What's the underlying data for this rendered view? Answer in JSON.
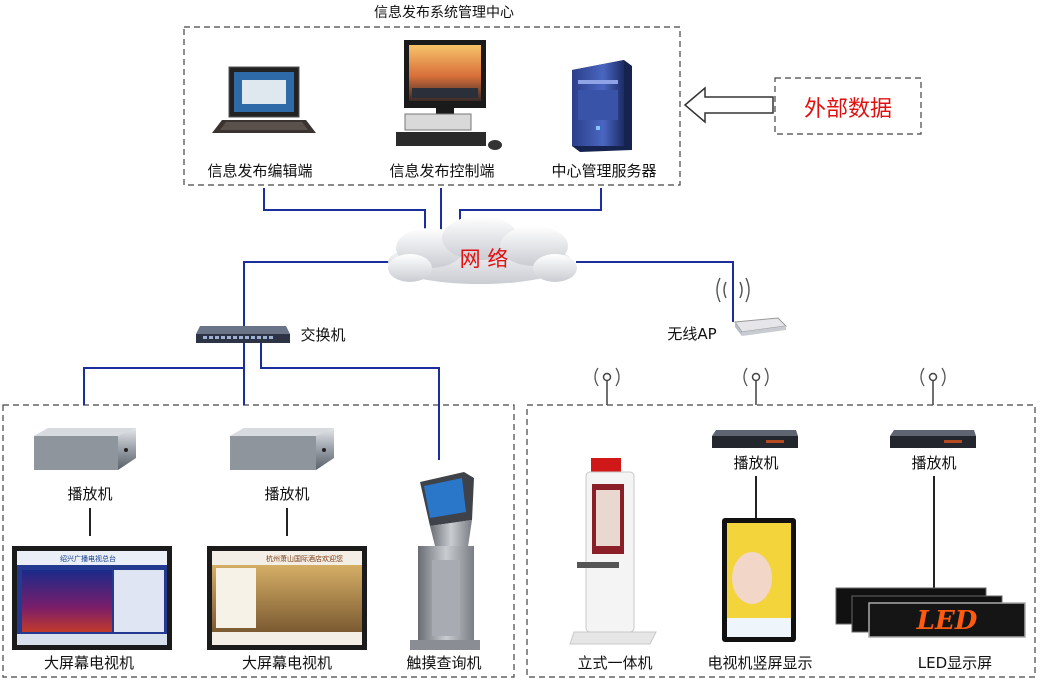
{
  "center": {
    "title": "信息发布系统管理中心",
    "editor_label": "信息发布编辑端",
    "controller_label": "信息发布控制端",
    "server_label": "中心管理服务器"
  },
  "external_data": {
    "label": "外部数据"
  },
  "network": {
    "label": "网  络"
  },
  "switch": {
    "label": "交换机"
  },
  "wireless_ap": {
    "label": "无线AP"
  },
  "wired_group": {
    "player1_label": "播放机",
    "player2_label": "播放机",
    "tv1_label": "大屏幕电视机",
    "tv2_label": "大屏幕电视机",
    "kiosk_label": "触摸查询机",
    "tv1_screen_header": "绍兴广播电视总台",
    "tv2_screen_header": "杭州萧山国际酒店欢迎您"
  },
  "wireless_group": {
    "standing_label": "立式一体机",
    "player3_label": "播放机",
    "player4_label": "播放机",
    "vertical_tv_label": "电视机竖屏显示",
    "led_label": "LED显示屏",
    "led_sign_text": "LED"
  },
  "colors": {
    "link_line": "#1c2e9c",
    "external_text": "#e01010",
    "network_text": "#e01010",
    "box_border": "#444444"
  }
}
